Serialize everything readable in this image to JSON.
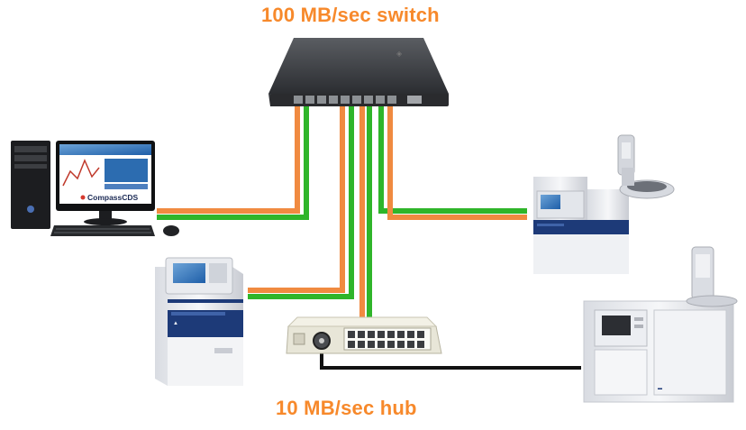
{
  "labels": {
    "switch": "100 MB/sec switch",
    "hub": "10 MB/sec hub"
  },
  "monitor": {
    "software_name": "CompassCDS"
  },
  "colors": {
    "label_orange": "#f7892b",
    "cable_orange": "#f08a40",
    "cable_green": "#2fb52a",
    "cable_black": "#111111"
  },
  "icons": {
    "pc": "desktop-computer-icon",
    "switch": "network-switch-icon",
    "hub": "network-hub-icon",
    "instruments": "lab-instrument-icon"
  }
}
